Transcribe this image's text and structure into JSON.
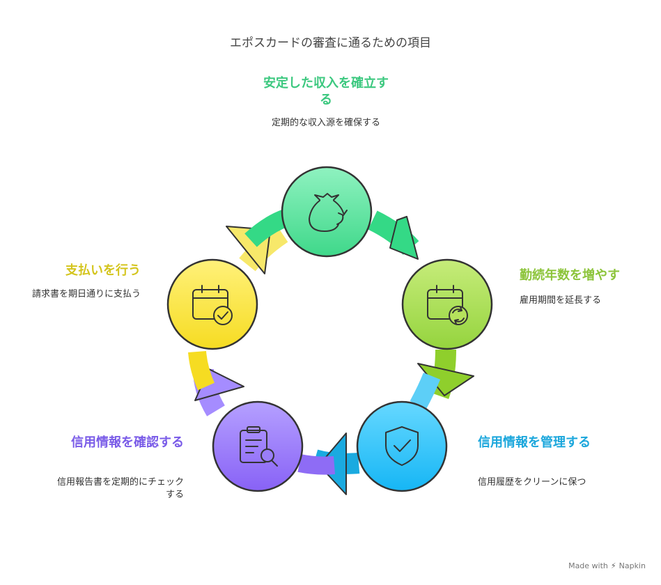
{
  "title": "エポスカードの審査に通るための項目",
  "steps": {
    "income": {
      "title": "安定した収入を確立する",
      "description": "定期的な収入源を確保する",
      "icon": "money-bag-icon",
      "color": "#3cc87f"
    },
    "employment": {
      "title": "勤続年数を増やす",
      "description": "雇用期間を延長する",
      "icon": "calendar-refresh-icon",
      "color": "#8cc43a"
    },
    "credit_manage": {
      "title": "信用情報を管理する",
      "description": "信用履歴をクリーンに保つ",
      "icon": "shield-check-icon",
      "color": "#1ca7dc"
    },
    "credit_check": {
      "title": "信用情報を確認する",
      "description": "信用報告書を定期的にチェックする",
      "icon": "clipboard-search-icon",
      "color": "#7a5ce8"
    },
    "payment": {
      "title": "支払いを行う",
      "description": "請求書を期日通りに支払う",
      "icon": "calendar-check-icon",
      "color": "#d4c51e"
    }
  },
  "footer": {
    "made_with": "Made with",
    "brand": "Napkin"
  }
}
